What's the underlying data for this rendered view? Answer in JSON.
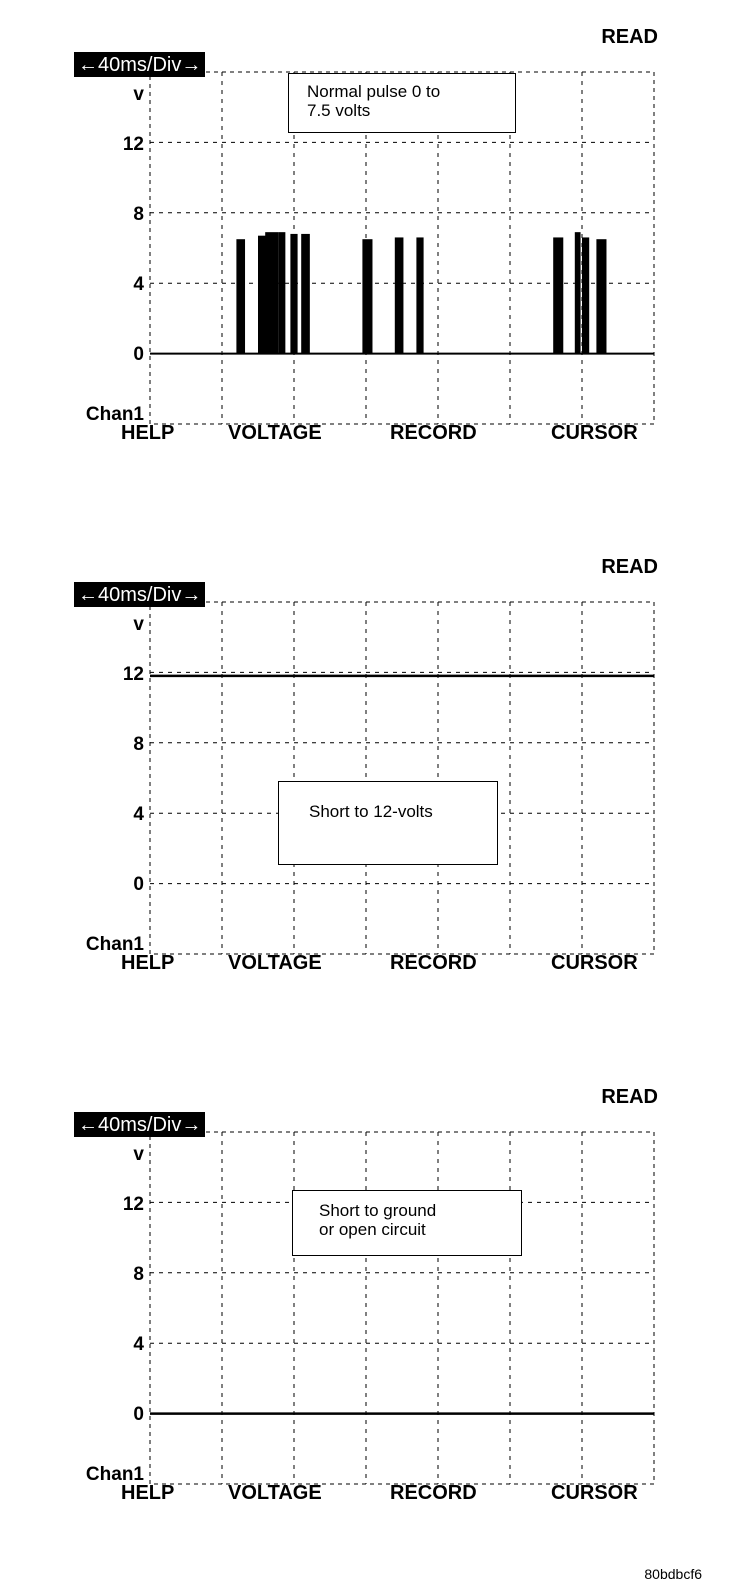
{
  "figure_id": "80bdbcf6",
  "chart_data": [
    {
      "type": "bar",
      "read_label": "READ",
      "timebase": "←40ms/Div→",
      "ylabel": "v",
      "yticks": [
        "12",
        "8",
        "4",
        "0"
      ],
      "bottom_label": "Chan1",
      "softkeys": [
        "HELP",
        "VOLTAGE",
        "RECORD",
        "CURSOR"
      ],
      "annotation": "Normal pulse 0 to\n7.5 volts",
      "ylim": [
        -4,
        16
      ],
      "xlim": [
        0,
        7
      ],
      "grid": true,
      "signal": "pulses",
      "pulses": [
        {
          "t": 1.2,
          "w": 0.12,
          "v": 6.5
        },
        {
          "t": 1.5,
          "w": 0.12,
          "v": 6.7
        },
        {
          "t": 1.6,
          "w": 0.18,
          "v": 6.9
        },
        {
          "t": 1.78,
          "w": 0.1,
          "v": 6.9
        },
        {
          "t": 1.95,
          "w": 0.1,
          "v": 6.8
        },
        {
          "t": 2.1,
          "w": 0.12,
          "v": 6.8
        },
        {
          "t": 2.95,
          "w": 0.14,
          "v": 6.5
        },
        {
          "t": 3.4,
          "w": 0.12,
          "v": 6.6
        },
        {
          "t": 3.7,
          "w": 0.1,
          "v": 6.6
        },
        {
          "t": 5.6,
          "w": 0.14,
          "v": 6.6
        },
        {
          "t": 5.9,
          "w": 0.08,
          "v": 6.9
        },
        {
          "t": 6.0,
          "w": 0.1,
          "v": 6.6
        },
        {
          "t": 6.2,
          "w": 0.14,
          "v": 6.5
        }
      ]
    },
    {
      "type": "line",
      "read_label": "READ",
      "timebase": "←40ms/Div→",
      "ylabel": "v",
      "yticks": [
        "12",
        "8",
        "4",
        "0"
      ],
      "bottom_label": "Chan1",
      "softkeys": [
        "HELP",
        "VOLTAGE",
        "RECORD",
        "CURSOR"
      ],
      "annotation": "Short to 12-volts",
      "ylim": [
        -4,
        16
      ],
      "xlim": [
        0,
        7
      ],
      "grid": true,
      "signal": "constant",
      "level": 11.8
    },
    {
      "type": "line",
      "read_label": "READ",
      "timebase": "←40ms/Div→",
      "ylabel": "v",
      "yticks": [
        "12",
        "8",
        "4",
        "0"
      ],
      "bottom_label": "Chan1",
      "softkeys": [
        "HELP",
        "VOLTAGE",
        "RECORD",
        "CURSOR"
      ],
      "annotation": "Short to ground\nor open circuit",
      "ylim": [
        -4,
        16
      ],
      "xlim": [
        0,
        7
      ],
      "grid": true,
      "signal": "constant",
      "level": 0
    }
  ]
}
